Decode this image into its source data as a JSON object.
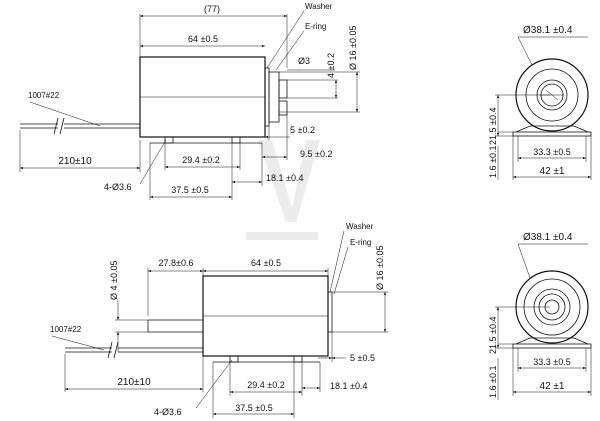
{
  "top_side": {
    "overall_length": "(77)",
    "washer": "Washer",
    "ering": "E-ring",
    "body_length": "64 ±0.5",
    "plunger_dia": "Ø3",
    "dim_4": "4 ±0.2",
    "body_dia": "Ø 16 ±0.05",
    "wire": "1007#22",
    "lead_length": "210±10",
    "dim_5": "5 ±0.2",
    "dim_29_4": "29.4 ±0.2",
    "dim_9_5": "9.5 ±0.2",
    "hole": "4-Ø3.6",
    "dim_18_1": "18.1 ±0.4",
    "dim_37_5": "37.5 ±0.5"
  },
  "top_end": {
    "outer_dia": "Ø38.1 ±0.4",
    "height": "21.5 ±0.4",
    "base_thickness": "1.6 ±0.1",
    "hole_spacing": "33.3 ±0.5",
    "base_width": "42 ±1"
  },
  "bottom_side": {
    "washer": "Washer",
    "ering": "E-ring",
    "shaft_dia": "Ø 4 ±0.05",
    "plunger_ext": "27.8±0.6",
    "body_length": "64 ±0.5",
    "body_dia": "Ø 16 ±0.05",
    "wire": "1007#22",
    "dim_5": "5 ±0.5",
    "lead_length": "210±10",
    "dim_29_4": "29.4 ±0.2",
    "dim_18_1": "18.1 ±0.4",
    "hole": "4-Ø3.6",
    "dim_37_5": "37.5 ±0.5"
  },
  "bottom_end": {
    "outer_dia": "Ø38.1 ±0.4",
    "height": "21.5 ±0.4",
    "base_thickness": "1.6 ±0.1",
    "hole_spacing": "33.3 ±0.5",
    "base_width": "42 ±1"
  }
}
